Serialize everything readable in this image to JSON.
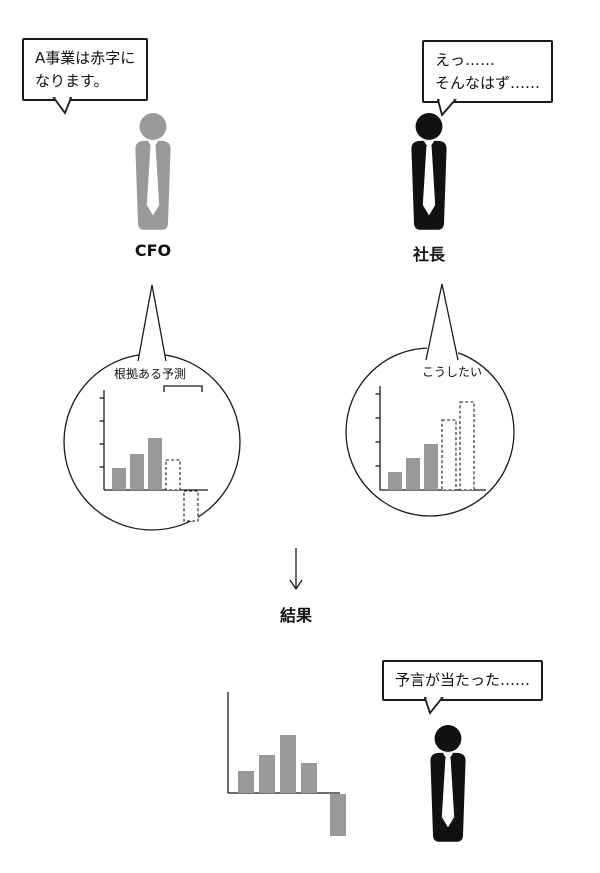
{
  "bubbles": {
    "cfo": {
      "lines": [
        "A事業は赤字に",
        "なります。"
      ]
    },
    "president": {
      "lines": [
        "えっ……",
        "そんなはず……"
      ]
    },
    "result": {
      "lines": [
        "予言が当たった……"
      ]
    }
  },
  "people": {
    "cfo": {
      "label": "CFO",
      "color": "#999999"
    },
    "president": {
      "label": "社長",
      "color": "#111111"
    }
  },
  "result_label": "結果",
  "charts": {
    "left": {
      "label": "根拠ある予測",
      "bars": [
        {
          "v": 22,
          "style": "solid"
        },
        {
          "v": 36,
          "style": "solid"
        },
        {
          "v": 52,
          "style": "solid"
        },
        {
          "v": 30,
          "style": "dashed"
        },
        {
          "v": -30,
          "style": "dashed"
        }
      ]
    },
    "right": {
      "label": "こうしたい",
      "bars": [
        {
          "v": 18,
          "style": "solid"
        },
        {
          "v": 32,
          "style": "solid"
        },
        {
          "v": 46,
          "style": "solid"
        },
        {
          "v": 70,
          "style": "dashed"
        },
        {
          "v": 88,
          "style": "dashed"
        }
      ]
    },
    "result": {
      "label": "",
      "bars": [
        {
          "v": 22,
          "style": "solid"
        },
        {
          "v": 38,
          "style": "solid"
        },
        {
          "v": 58,
          "style": "solid"
        },
        {
          "v": 30,
          "style": "solid"
        },
        {
          "v": -42,
          "style": "solid"
        }
      ]
    }
  }
}
